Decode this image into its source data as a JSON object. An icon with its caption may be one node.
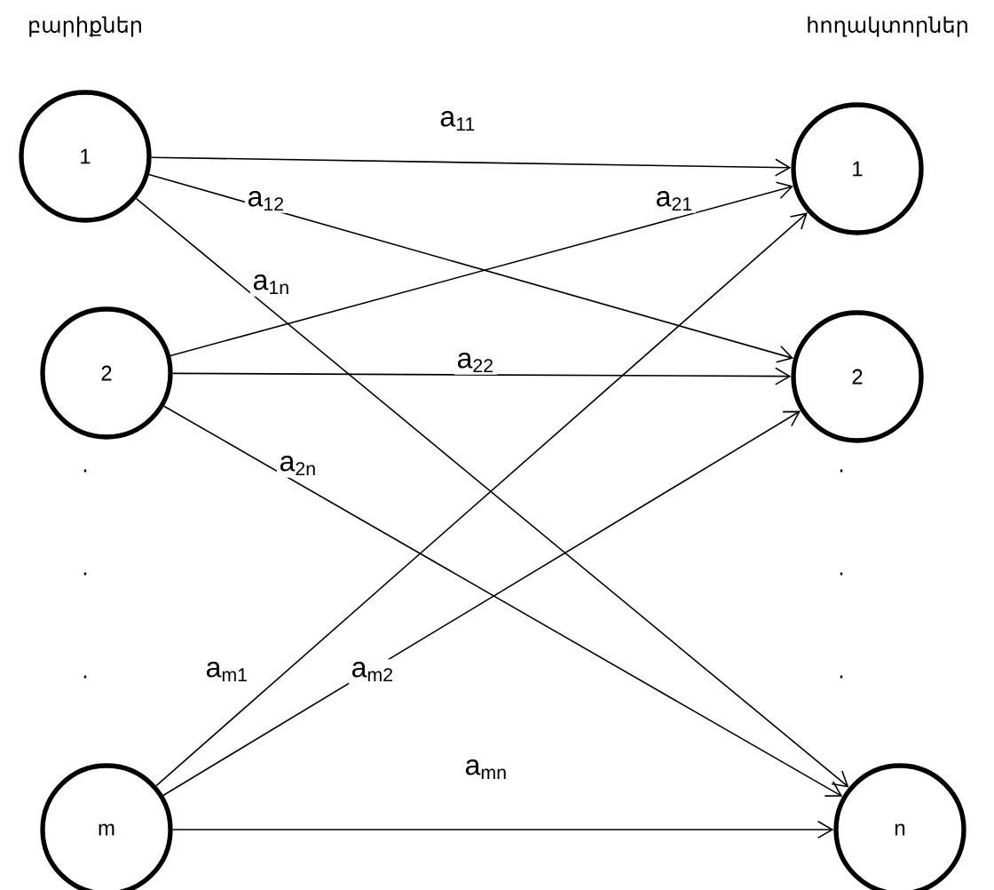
{
  "diagram": {
    "nodes": [
      {
        "text": [
          "1"
        ]
      },
      {
        "text": [
          "2"
        ]
      },
      {
        "text": [
          "m"
        ]
      },
      {
        "text": [
          "1"
        ]
      },
      {
        "text": [
          "2"
        ]
      },
      {
        "text": [
          "n"
        ]
      }
    ],
    "edges": [
      {
        "from": 0,
        "to": 3,
        "arrow": "to",
        "label": "a$_{11}$"
      },
      {
        "from": 0,
        "to": 4,
        "arrow": "to",
        "label": "a$_{12}$"
      },
      {
        "from": 0,
        "to": 5,
        "arrow": "to",
        "label": "a$_{1n}$"
      },
      {
        "from": 1,
        "to": 3,
        "arrow": "to",
        "label": "a$_{21}$"
      },
      {
        "from": 1,
        "to": 4,
        "arrow": "to",
        "label": "a$_{22}$"
      },
      {
        "from": 1,
        "to": 5,
        "arrow": "to",
        "label": "a$_{2n}$"
      },
      {
        "from": 2,
        "to": 3,
        "arrow": "to",
        "label": "a$_{m1}$"
      },
      {
        "from": 2,
        "to": 4,
        "arrow": "to",
        "label": "a$_{m2}$"
      },
      {
        "from": 2,
        "to": 5,
        "arrow": "to",
        "label": "a$_{mn}$"
      }
    ],
    "labels": [
      "բարիքներ",
      "հողակտորներ",
      ".",
      ".",
      ".",
      ".",
      ".",
      "."
    ]
  }
}
